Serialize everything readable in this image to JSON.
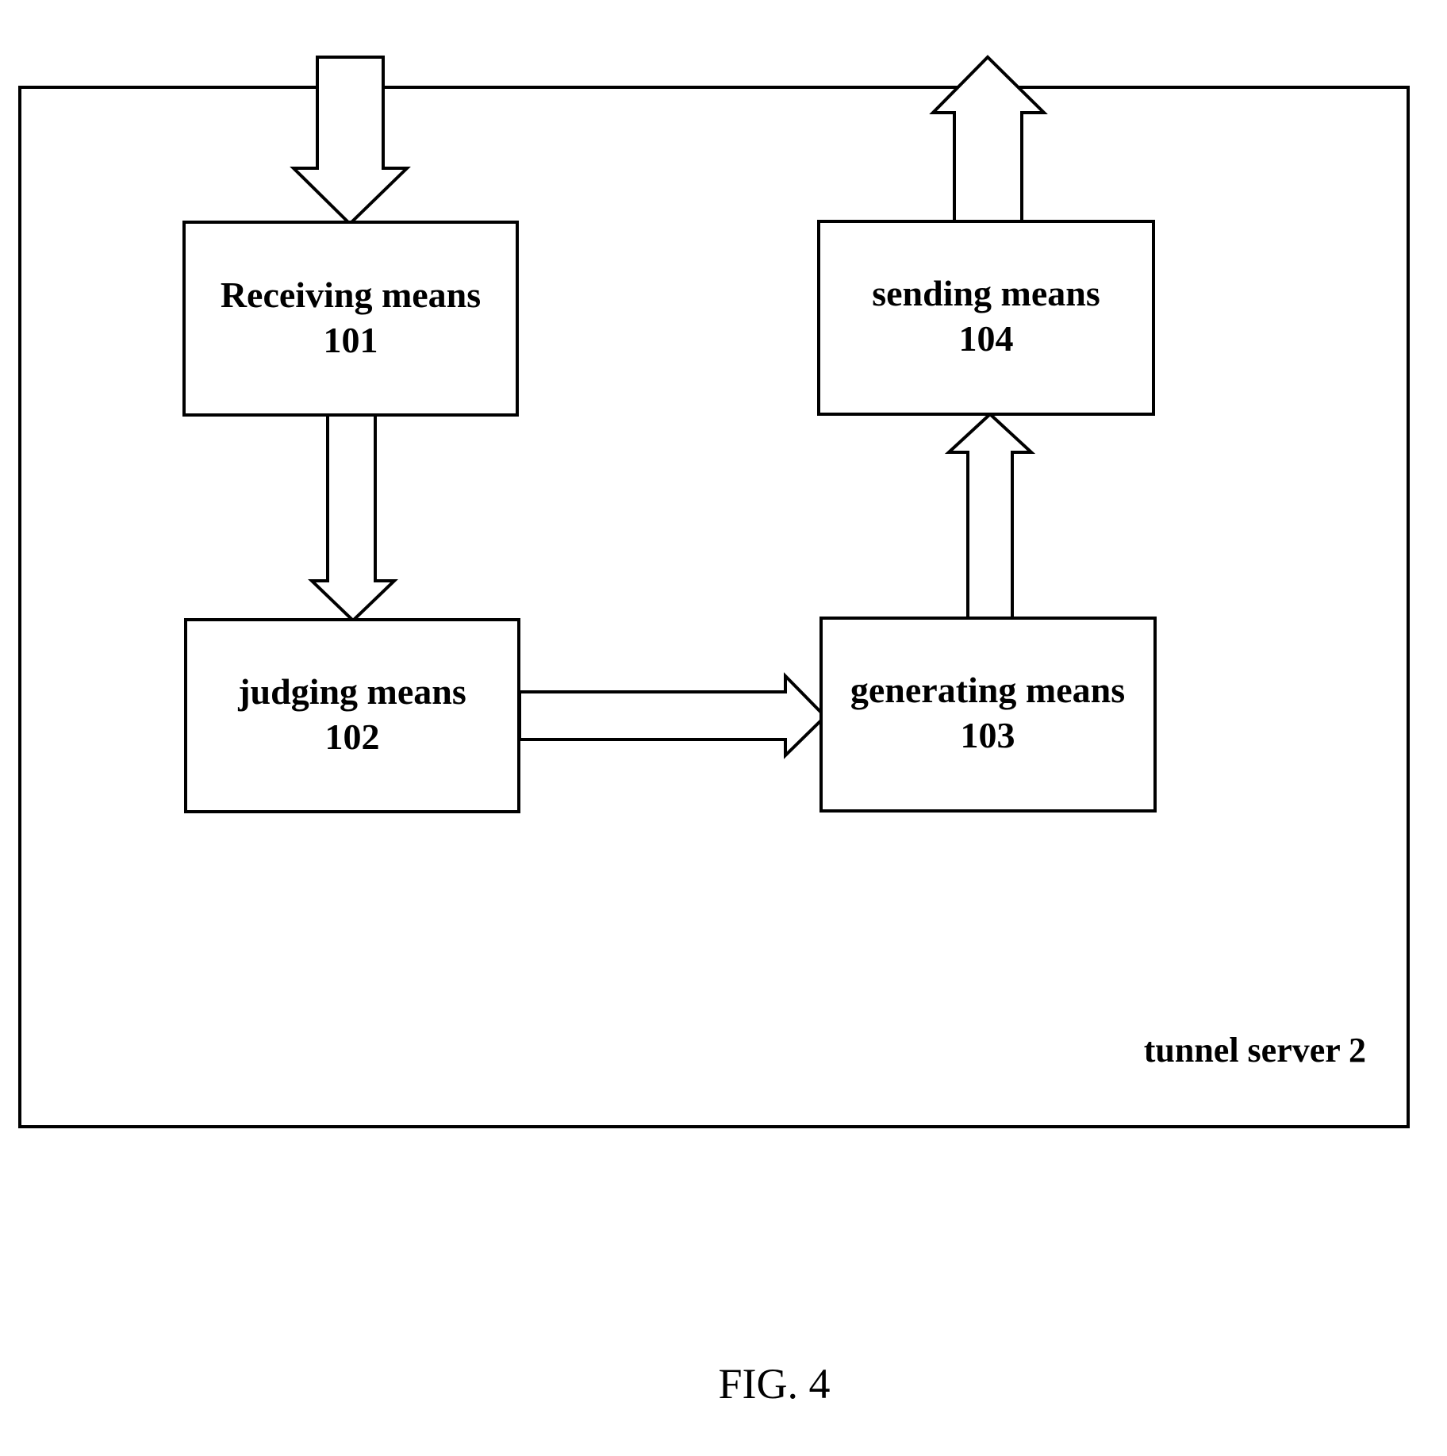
{
  "container": {
    "label": "tunnel server 2"
  },
  "blocks": {
    "receiving": {
      "name": "Receiving means",
      "number": "101"
    },
    "judging": {
      "name": "judging means",
      "number": "102"
    },
    "generating": {
      "name": "generating means",
      "number": "103"
    },
    "sending": {
      "name": "sending means",
      "number": "104"
    }
  },
  "caption": "FIG. 4",
  "colors": {
    "stroke": "#000000",
    "fill": "#ffffff"
  }
}
